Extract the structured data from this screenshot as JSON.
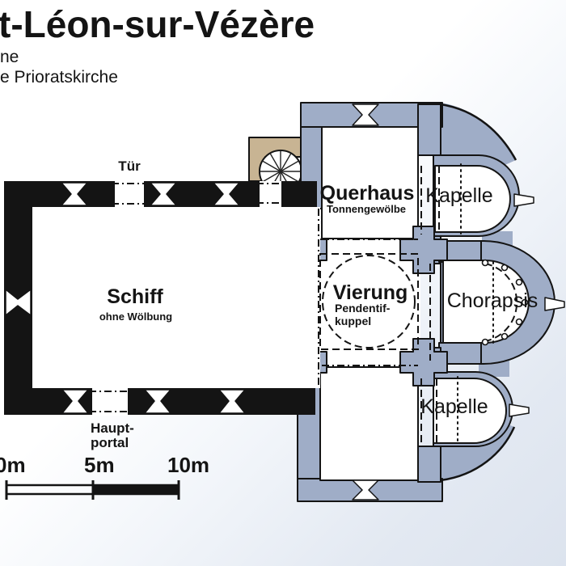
{
  "header": {
    "title": "t-Léon-sur-Vézère",
    "subtitle_line1": "ne",
    "subtitle_line2": "e Prioratskirche"
  },
  "plan": {
    "rooms": {
      "nave": {
        "label": "Schiff",
        "note": "ohne Wölbung"
      },
      "transept": {
        "label": "Querhaus",
        "note": "Tonnengewölbe"
      },
      "crossing": {
        "label": "Vierung",
        "note_line1": "Pendentif-",
        "note_line2": "kuppel"
      },
      "choir_apse": {
        "label": "Chorapsis"
      },
      "chapel_north": {
        "label": "Kapelle"
      },
      "chapel_south": {
        "label": "Kapelle"
      }
    },
    "annotations": {
      "north_door": "Tür",
      "main_portal_line1": "Haupt-",
      "main_portal_line2": "portal"
    },
    "scale_bar": {
      "tick_0": "0m",
      "tick_5": "5m",
      "tick_10": "10m"
    },
    "colors": {
      "romanesque_masonry": "#141414",
      "later_masonry": "#9fadc7",
      "stair_turret": "#c8b493",
      "paper_tint": "#dce3ee"
    }
  }
}
